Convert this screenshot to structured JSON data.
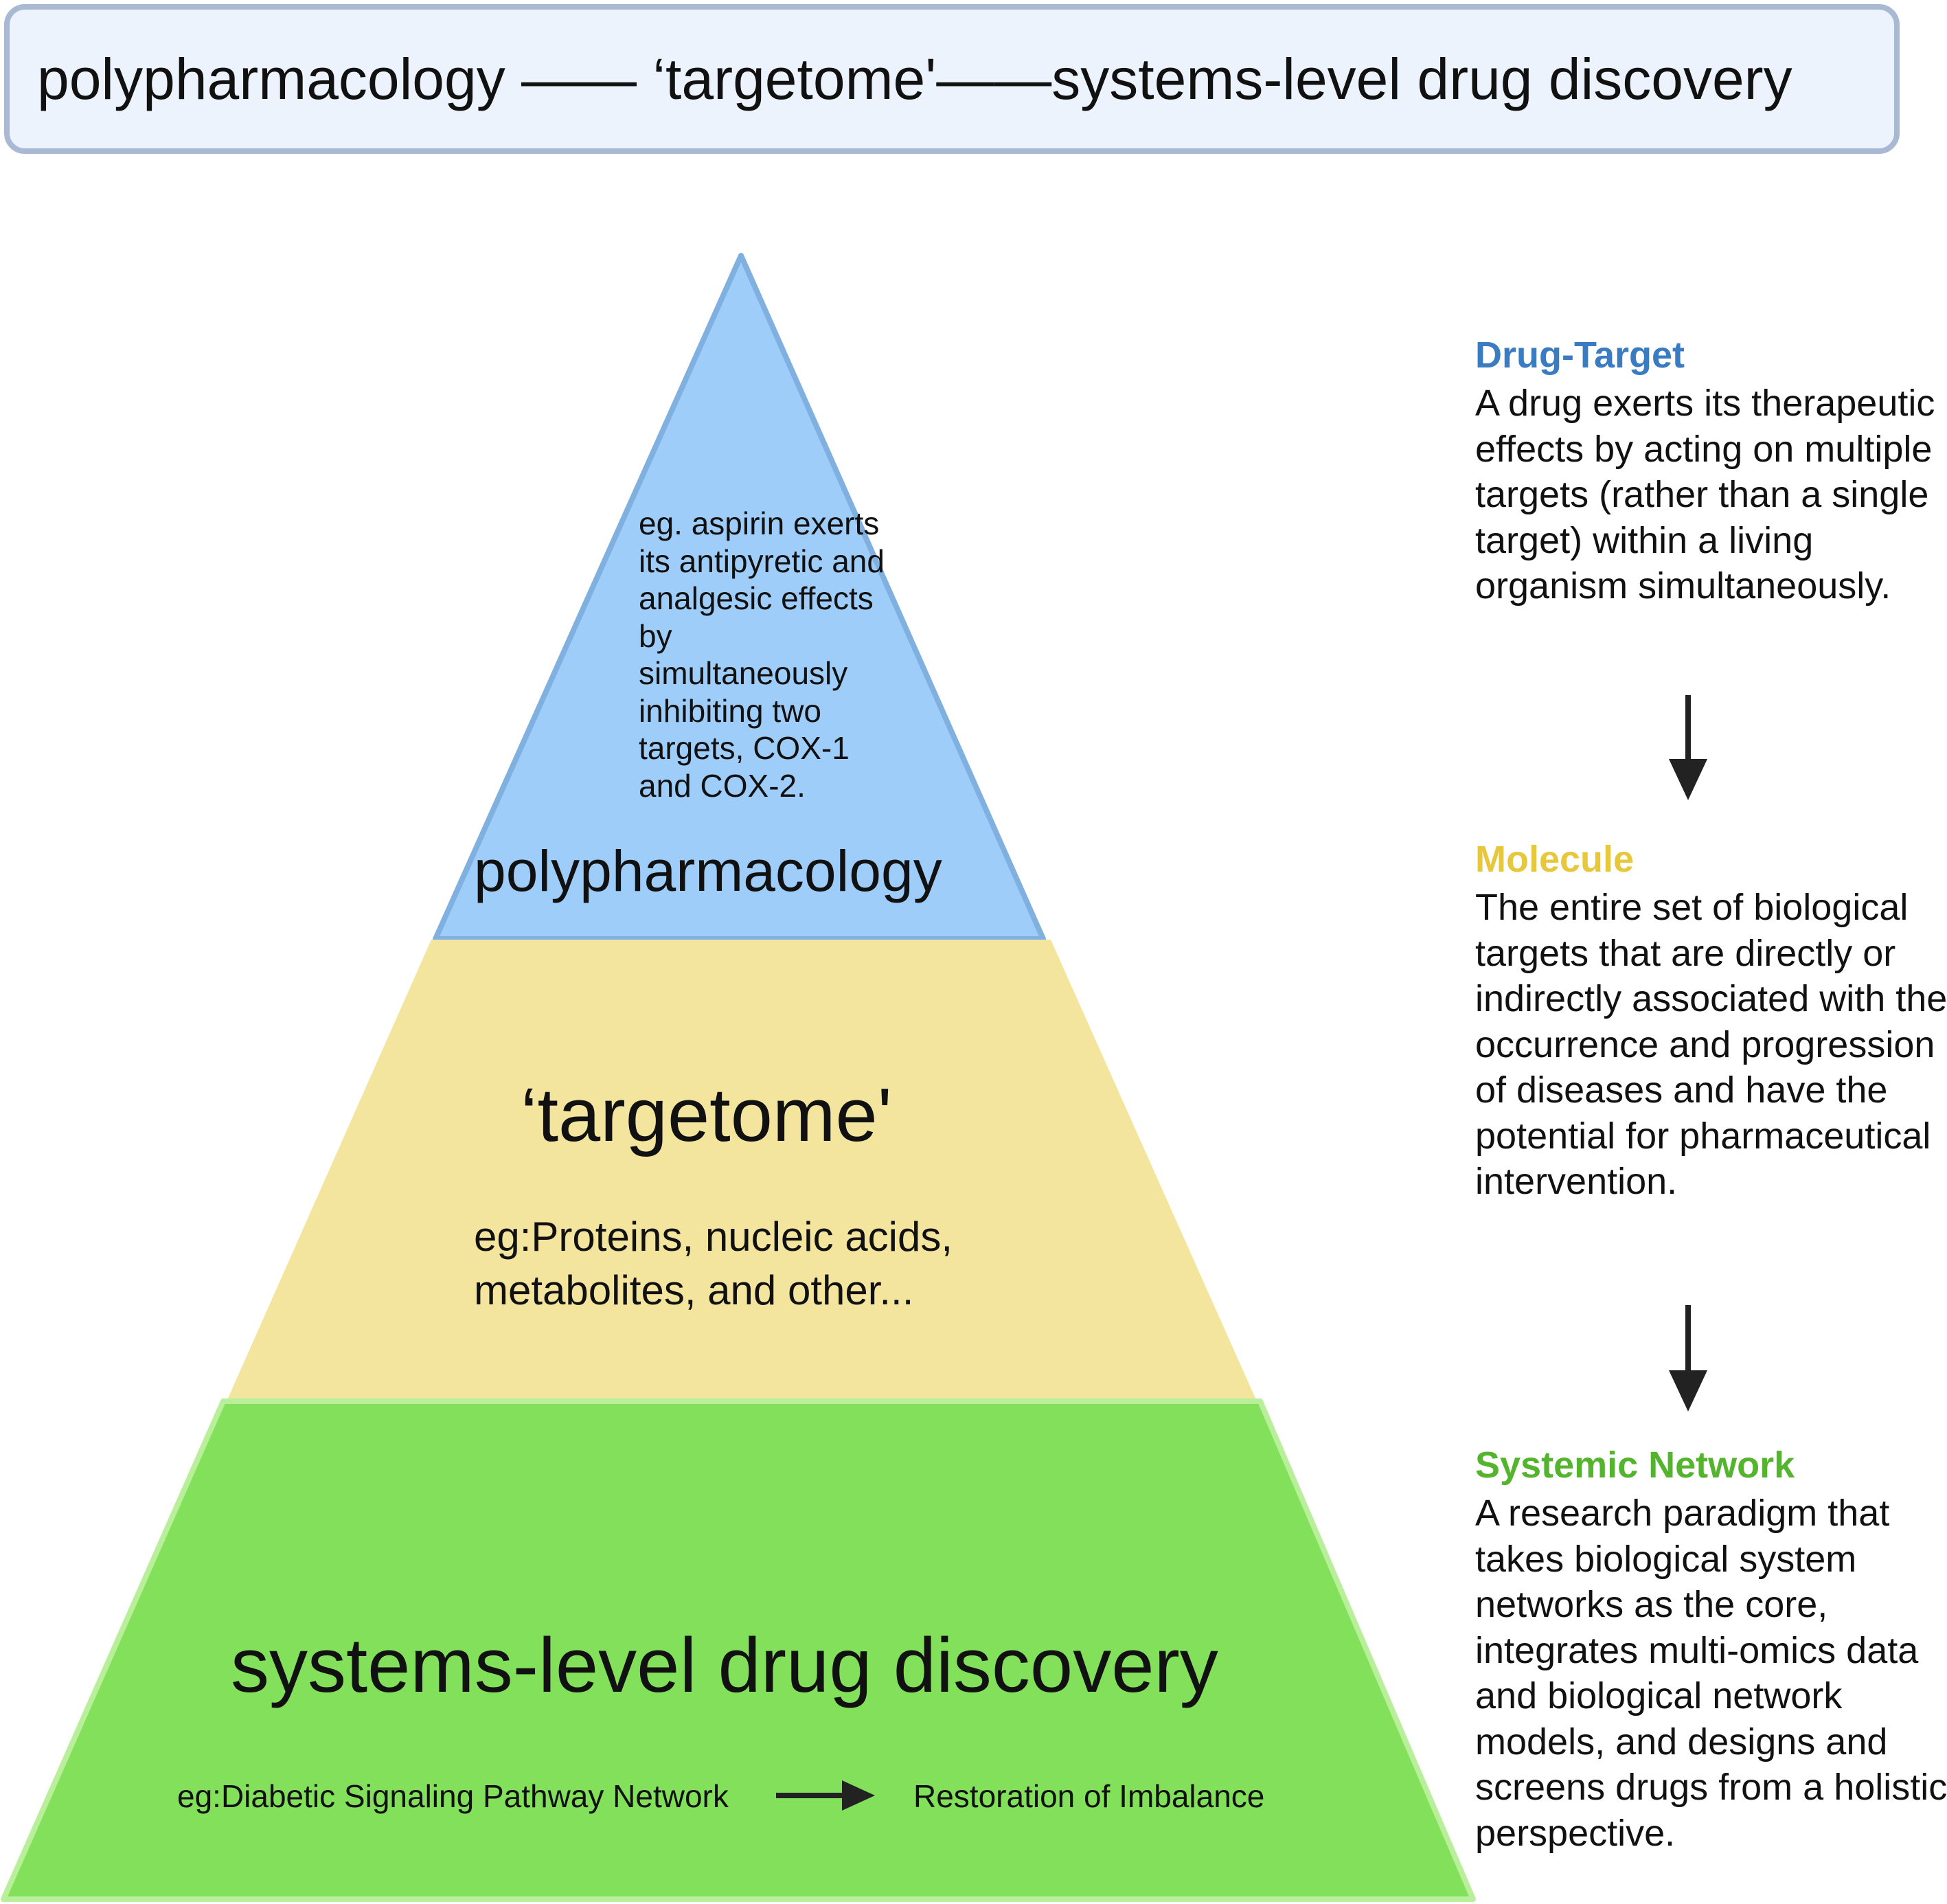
{
  "title": "polypharmacology —— ‘targetome'——systems-level drug discovery",
  "colors": {
    "apex_fill": "#9fcdfa",
    "apex_stroke": "#80b0e0",
    "middle_fill": "#f4e59e",
    "base_fill": "#82e05a",
    "base_stroke": "#b9ee9a",
    "drug_target_heading": "#3a7cc2",
    "molecule_heading": "#e7c83c",
    "systemic_network_heading": "#55b42e",
    "arrow": "#222222"
  },
  "pyramid": {
    "apex": {
      "label": "polypharmacology",
      "example": "eg. aspirin exerts its antipyretic and analgesic effects by simultaneously inhibiting two targets, COX-1 and COX-2."
    },
    "middle": {
      "label": "‘targetome'",
      "example_line1": "eg:Proteins, nucleic acids,",
      "example_line2": "metabolites, and other..."
    },
    "base": {
      "label": "systems-level drug discovery",
      "example_left": "eg:Diabetic Signaling Pathway Network",
      "example_right": "Restoration of Imbalance"
    }
  },
  "descriptions": [
    {
      "heading": "Drug-Target",
      "body": "A drug exerts its therapeutic effects by acting on multiple targets (rather than a single target) within a living organism simultaneously."
    },
    {
      "heading": "Molecule",
      "body": "The entire set of biological targets that are directly or indirectly associated with the occurrence and progression of diseases and have the potential for pharmaceutical intervention."
    },
    {
      "heading": "Systemic Network",
      "body": "A research paradigm that takes biological system networks as the core, integrates multi-omics data and biological network models, and designs and screens drugs from a holistic perspective."
    }
  ]
}
